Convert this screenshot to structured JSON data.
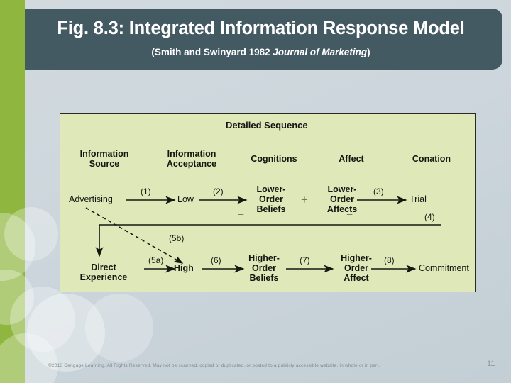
{
  "slide": {
    "background_color": "#ccd6dc",
    "accent_bar_color": "#8fb740",
    "title_bar_color": "#445a63"
  },
  "title": {
    "main": "Fig. 8.3: Integrated Information Response Model",
    "subtitle_prefix": "(Smith and Swinyard 1982 ",
    "subtitle_italic": "Journal of Marketing",
    "subtitle_suffix": ")"
  },
  "figure": {
    "panel_color": "#dfe8b9",
    "heading": "Detailed Sequence",
    "column_headers": [
      {
        "line1": "Information",
        "line2": "Source"
      },
      {
        "line1": "Information",
        "line2": "Acceptance"
      },
      {
        "line1": "Cognitions",
        "line2": ""
      },
      {
        "line1": "Affect",
        "line2": ""
      },
      {
        "line1": "Conation",
        "line2": ""
      }
    ],
    "nodes": {
      "advertising": "Advertising",
      "low": "Low",
      "lower_order_beliefs": [
        "Lower-",
        "Order",
        "Beliefs"
      ],
      "lower_order_affects": [
        "Lower-",
        "Order",
        "Affects"
      ],
      "trial": "Trial",
      "direct_experience": [
        "Direct",
        "Experience"
      ],
      "high": "High",
      "higher_order_beliefs": [
        "Higher-",
        "Order",
        "Beliefs"
      ],
      "higher_order_affect": [
        "Higher-",
        "Order",
        "Affect"
      ],
      "commitment": "Commitment"
    },
    "operators": {
      "plus": "+",
      "minus_beliefs": "_",
      "minus_affects": "_"
    },
    "path_labels": {
      "p1": "(1)",
      "p2": "(2)",
      "p3": "(3)",
      "p4": "(4)",
      "p5a": "(5a)",
      "p5b": "(5b)",
      "p6": "(6)",
      "p7": "(7)",
      "p8": "(8)"
    }
  },
  "footer": {
    "copyright": "©2013 Cengage Learning. All Rights Reserved. May not be scanned, copied or duplicated, or posted to a publicly accessible website, in whole or in part.",
    "page_number": "11"
  }
}
